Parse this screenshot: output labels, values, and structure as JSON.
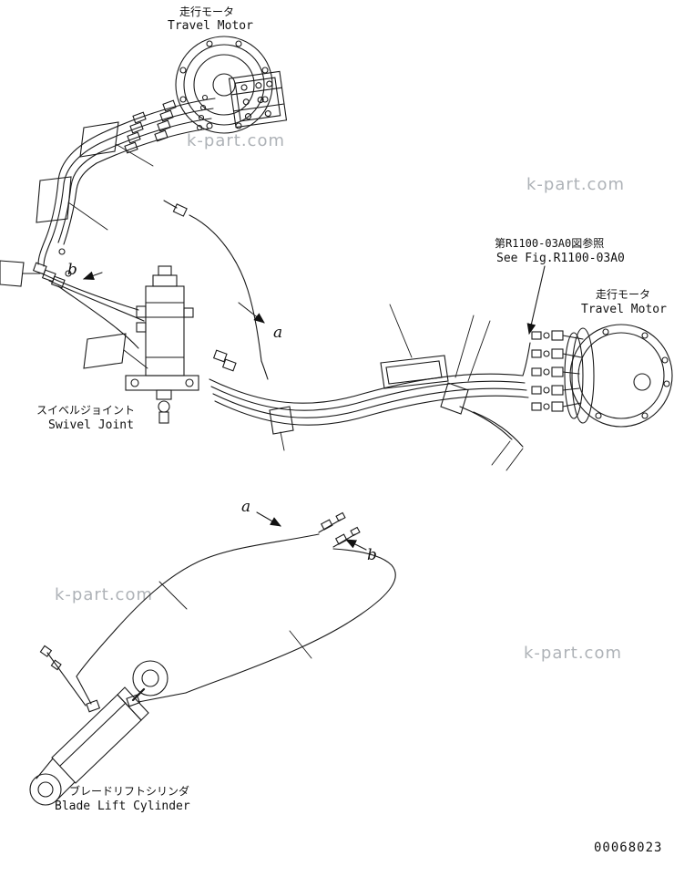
{
  "page": {
    "background": "#ffffff",
    "line_color": "#1a1a1a",
    "watermark_color": "#9aa0a6",
    "part_number": "00068023"
  },
  "labels": {
    "travel_motor_top": {
      "jp": "走行モータ",
      "en": "Travel Motor"
    },
    "see_fig": {
      "jp": "第R1100-03A0図参照",
      "en": "See Fig.R1100-03A0"
    },
    "travel_motor_right": {
      "jp": "走行モータ",
      "en": "Travel Motor"
    },
    "swivel_joint": {
      "jp": "スイベルジョイント",
      "en": "Swivel Joint"
    },
    "blade_lift_cylinder": {
      "jp": "ブレードリフトシリンダ",
      "en": "Blade Lift Cylinder"
    },
    "view_marker_a_top": "a",
    "view_marker_b_top": "b",
    "view_marker_a_bottom": "a",
    "view_marker_b_bottom": "b"
  },
  "watermarks": [
    "k-part.com",
    "k-part.com",
    "k-part.com",
    "k-part.com"
  ]
}
